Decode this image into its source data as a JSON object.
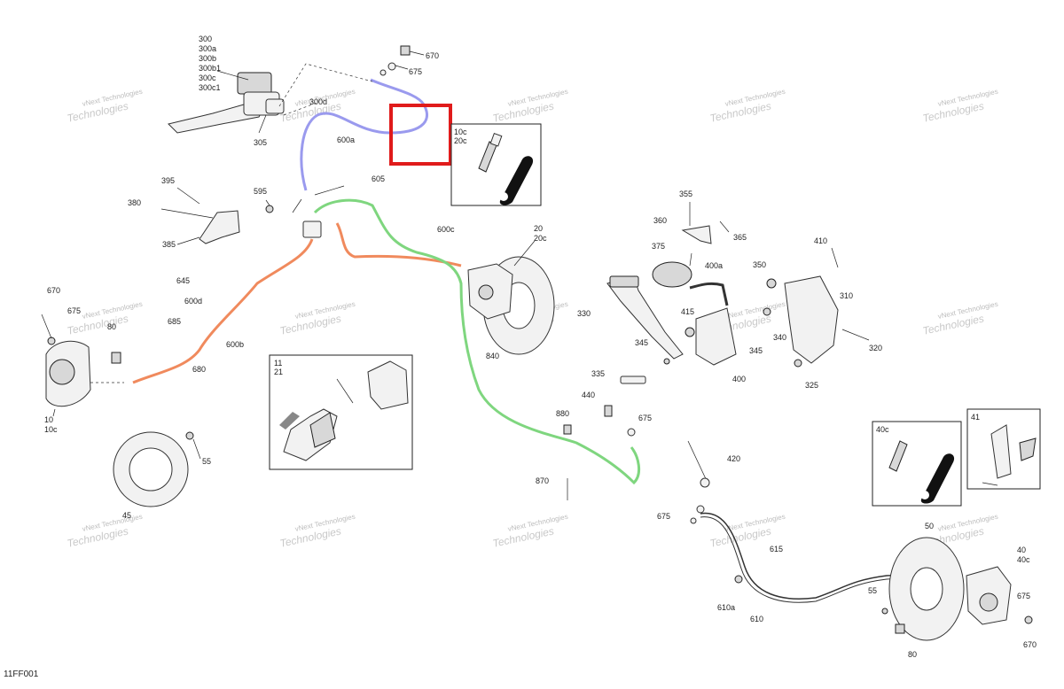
{
  "diagram_ref": "11FF001",
  "watermark": {
    "line1": "vNext",
    "line2": "Technologies",
    "small": "vNext Technologies"
  },
  "colors": {
    "hose_front": "#9a9aee",
    "hose_left": "#f08a5d",
    "hose_right": "#7fd67f",
    "highlight": "#e01b1b"
  },
  "inset_boxes": {
    "bleeder_top": [
      "10c",
      "20c"
    ],
    "pads": [
      "11",
      "21"
    ],
    "bleeder_rear": [
      "40c"
    ],
    "rear_pads": [
      "41"
    ]
  },
  "labels": {
    "m300": "300",
    "m300a": "300a",
    "m300b": "300b",
    "m300b1": "300b1",
    "m300c": "300c",
    "m300c1": "300c1",
    "m300d": "300d",
    "m305": "305",
    "m600a": "600a",
    "m670a": "670",
    "m675a": "675",
    "m605": "605",
    "m595": "595",
    "m395": "395",
    "m380": "380",
    "m385": "385",
    "m600c": "600c",
    "m20": "20",
    "m20c": "20c",
    "m645": "645",
    "m600d": "600d",
    "m670b": "670",
    "m675b": "675",
    "m80a": "80",
    "m685": "685",
    "m600b": "600b",
    "m680": "680",
    "m10": "10",
    "m10c": "10c",
    "m55a": "55",
    "m45": "45",
    "m840": "840",
    "m330": "330",
    "m355": "355",
    "m360": "360",
    "m365": "365",
    "m375": "375",
    "m400a": "400a",
    "m350": "350",
    "m410": "410",
    "m310": "310",
    "m415": "415",
    "m340": "340",
    "m345a": "345",
    "m345b": "345",
    "m320": "320",
    "m335": "335",
    "m400": "400",
    "m325": "325",
    "m440": "440",
    "m880": "880",
    "m675c": "675",
    "m870": "870",
    "m420": "420",
    "m675d": "675",
    "m50": "50",
    "m40": "40",
    "m40c": "40c",
    "m615": "615",
    "m55b": "55",
    "m675e": "675",
    "m610a": "610a",
    "m610": "610",
    "m80b": "80",
    "m670c": "670"
  }
}
